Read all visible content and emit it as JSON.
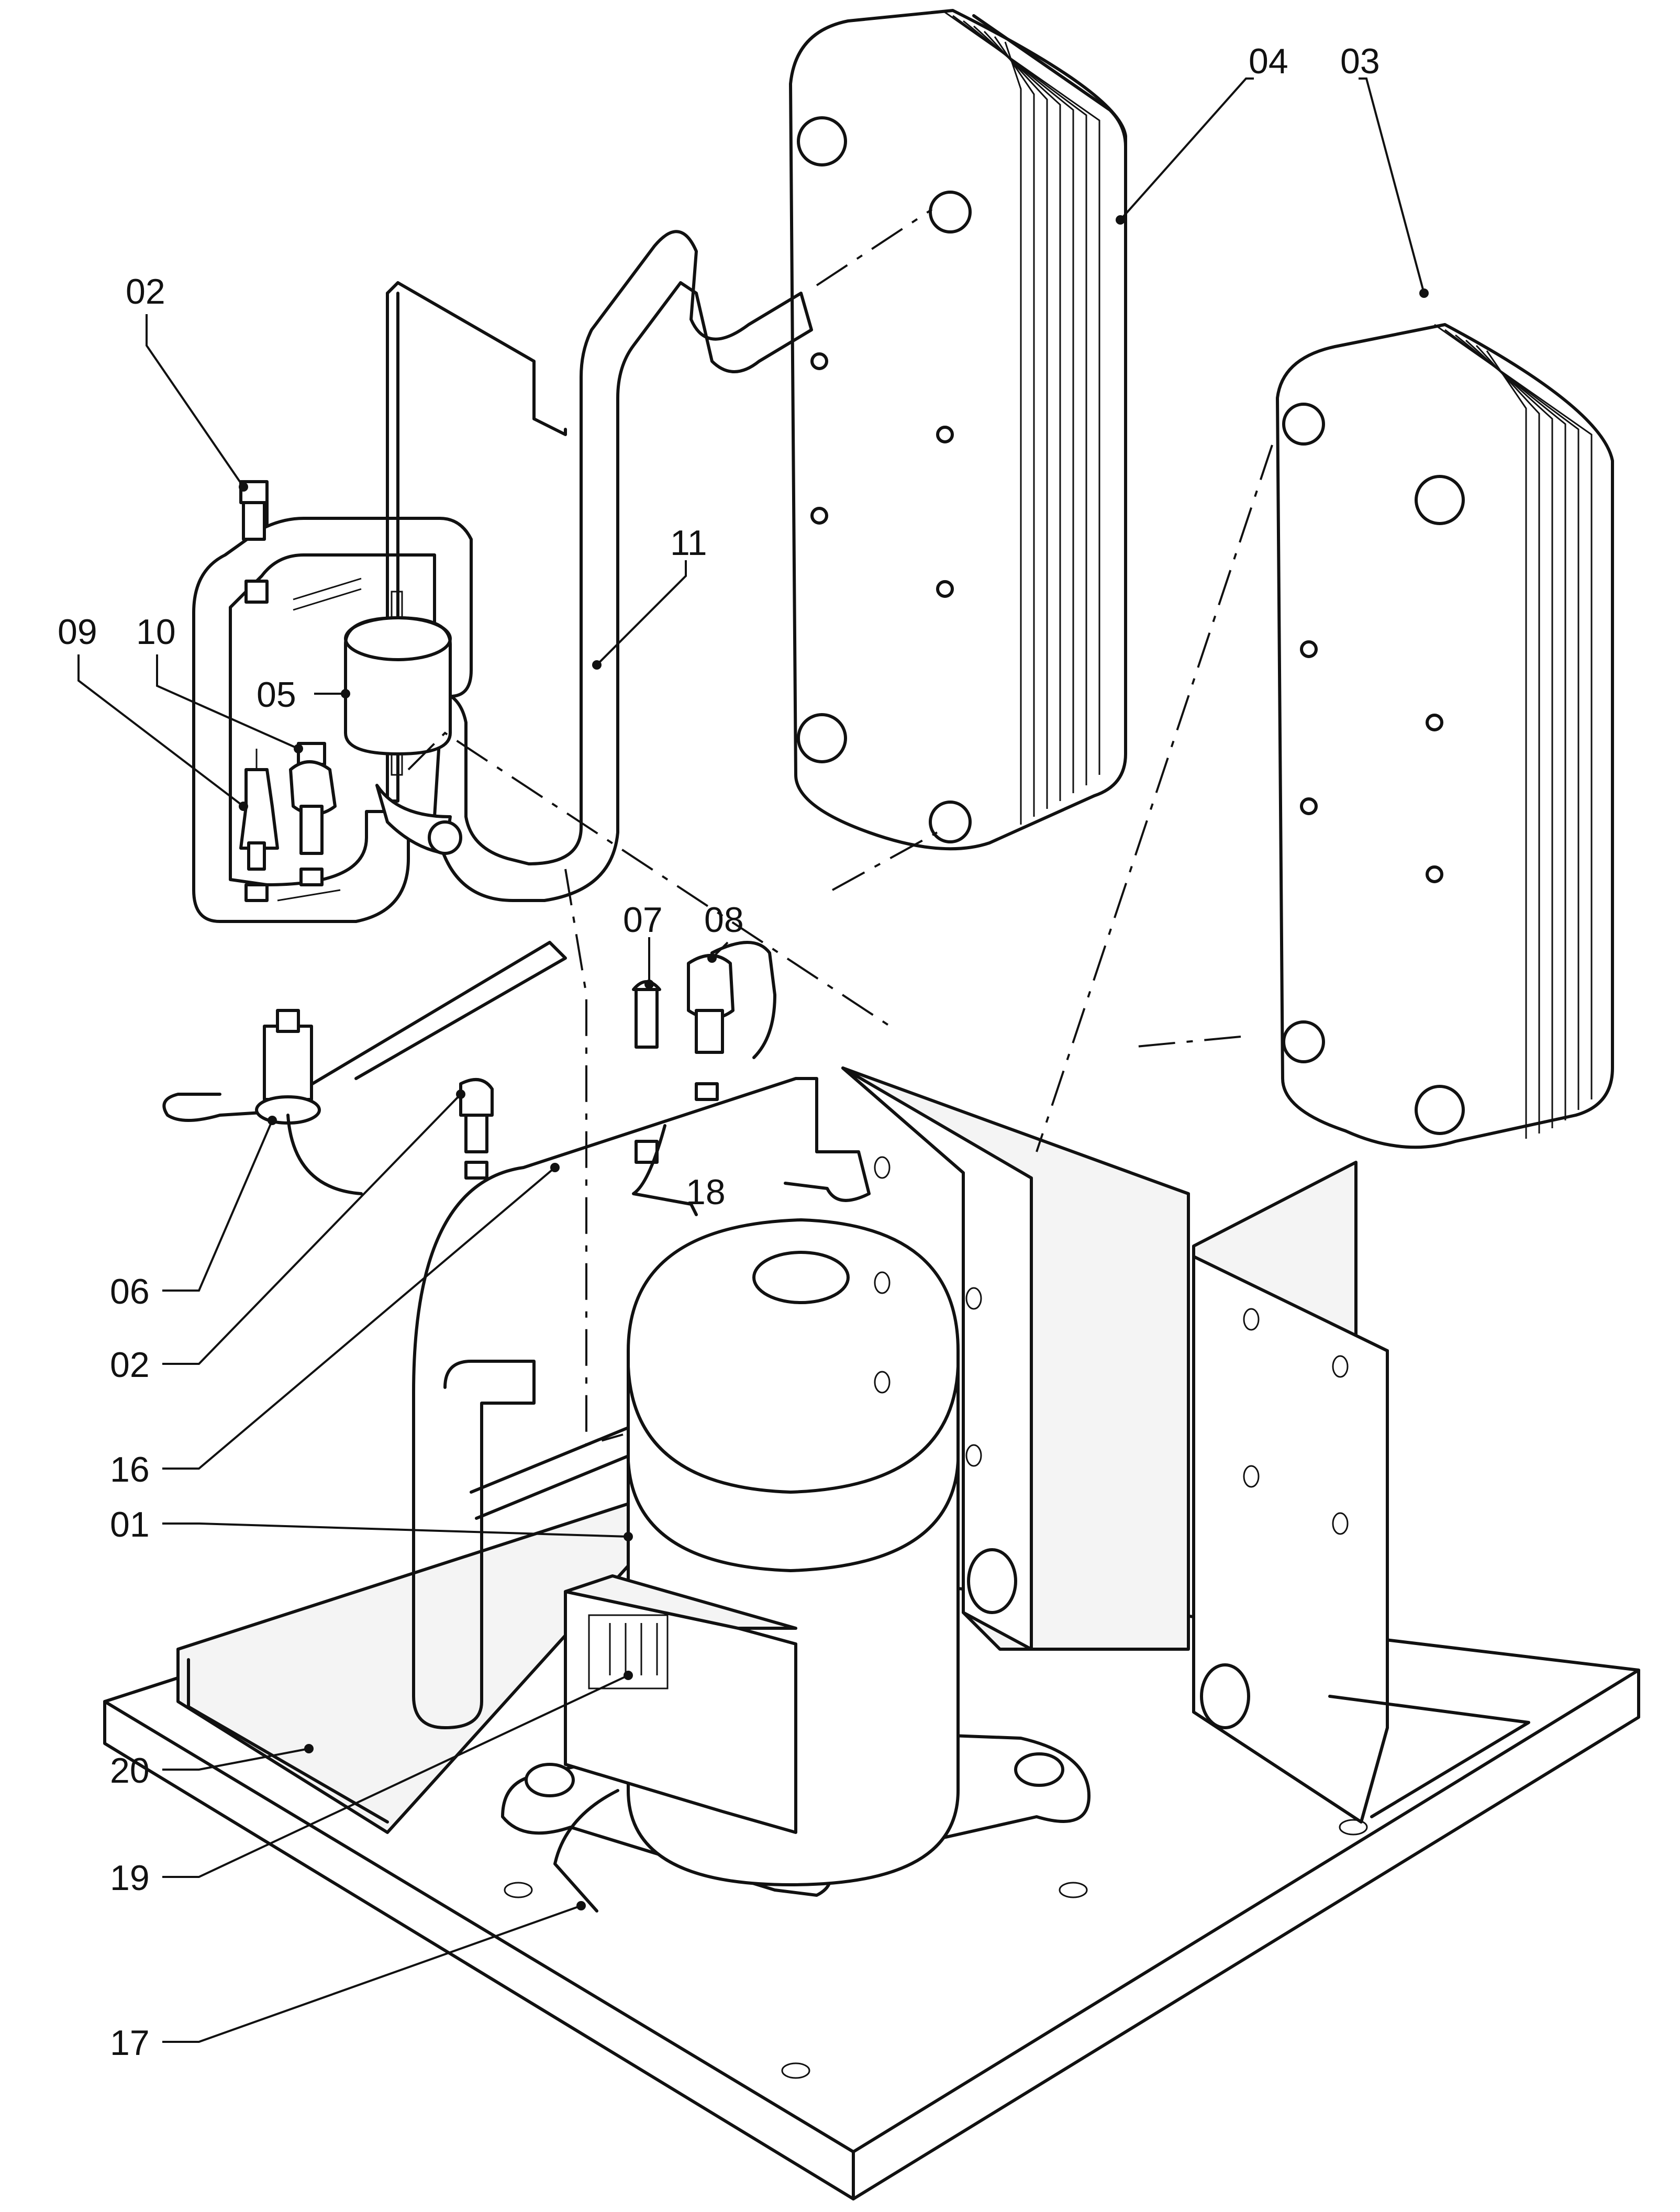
{
  "callouts": [
    {
      "id": "c04",
      "text": "04"
    },
    {
      "id": "c03",
      "text": "03"
    },
    {
      "id": "c02a",
      "text": "02"
    },
    {
      "id": "c11",
      "text": "11"
    },
    {
      "id": "c09",
      "text": "09"
    },
    {
      "id": "c10",
      "text": "10"
    },
    {
      "id": "c05",
      "text": "05"
    },
    {
      "id": "c07",
      "text": "07"
    },
    {
      "id": "c08",
      "text": "08"
    },
    {
      "id": "c18",
      "text": "18"
    },
    {
      "id": "c06",
      "text": "06"
    },
    {
      "id": "c02b",
      "text": "02"
    },
    {
      "id": "c16",
      "text": "16"
    },
    {
      "id": "c01",
      "text": "01"
    },
    {
      "id": "c20",
      "text": "20"
    },
    {
      "id": "c19",
      "text": "19"
    },
    {
      "id": "c17",
      "text": "17"
    }
  ]
}
